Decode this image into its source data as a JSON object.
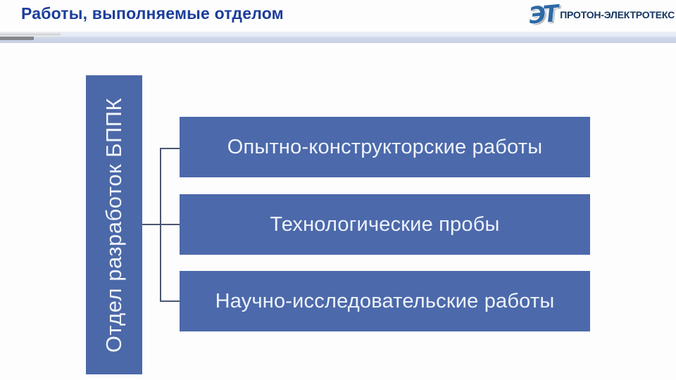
{
  "slide": {
    "title": "Работы, выполняемые отделом"
  },
  "logo": {
    "monogram": "ЭТ",
    "company": "ПРОТОН-ЭЛЕКТРОТЕКС"
  },
  "diagram": {
    "root": {
      "label": "Отдел разработок БППК"
    },
    "children": [
      {
        "label": "Опытно-конструкторские работы"
      },
      {
        "label": "Технологические пробы"
      },
      {
        "label": "Научно-исследовательские работы"
      }
    ]
  },
  "colors": {
    "accent_blue": "#4C69AB",
    "root_bar_blue": "#4B68A8",
    "title_blue": "#1C3E9A",
    "logo_navy": "#163560",
    "logo_mark_blue": "#2D69A4",
    "connector": "#4A5670",
    "band_light": "#E2E8F3",
    "band_dark": "#C9D3E5"
  }
}
